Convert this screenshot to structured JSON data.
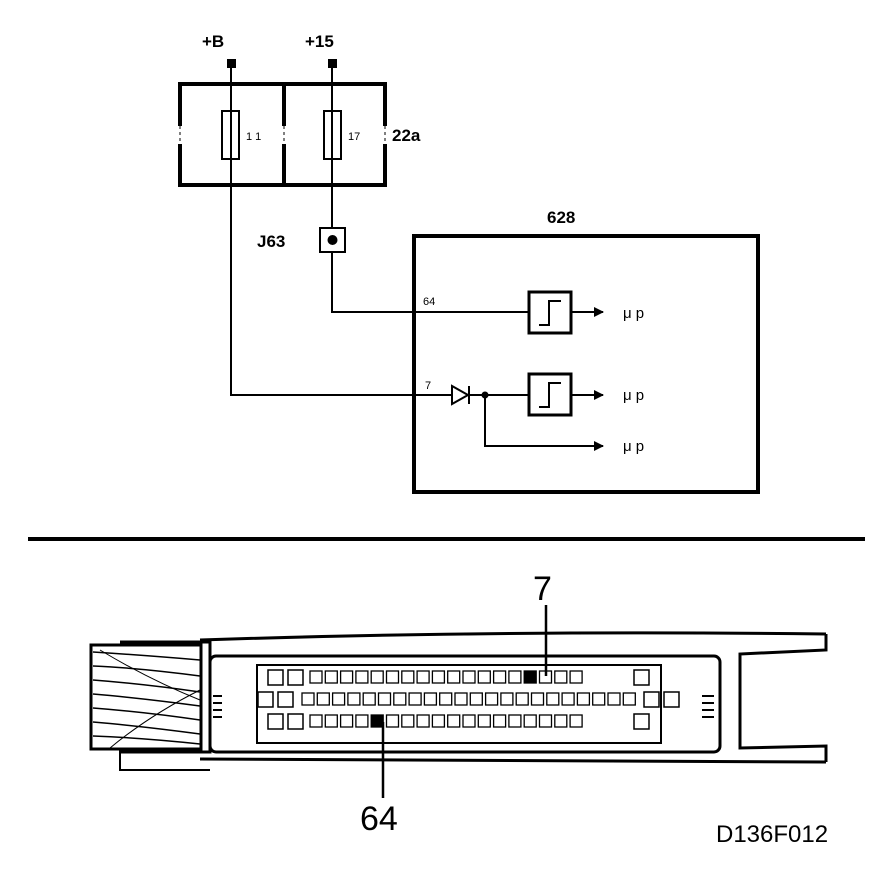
{
  "supply": {
    "b_label": "+B",
    "ign_label": "+15"
  },
  "fuse_box": {
    "label": "22a",
    "fuse_left": "1 1",
    "fuse_right": "17"
  },
  "junction": {
    "label": "J63"
  },
  "control_unit": {
    "label": "628",
    "pin_top": "64",
    "pin_bottom": "7",
    "output_1": "μ p",
    "output_2": "μ p",
    "output_3": "μ p"
  },
  "connector": {
    "callout_top": "7",
    "callout_bottom": "64"
  },
  "drawing_id": "D136F012"
}
